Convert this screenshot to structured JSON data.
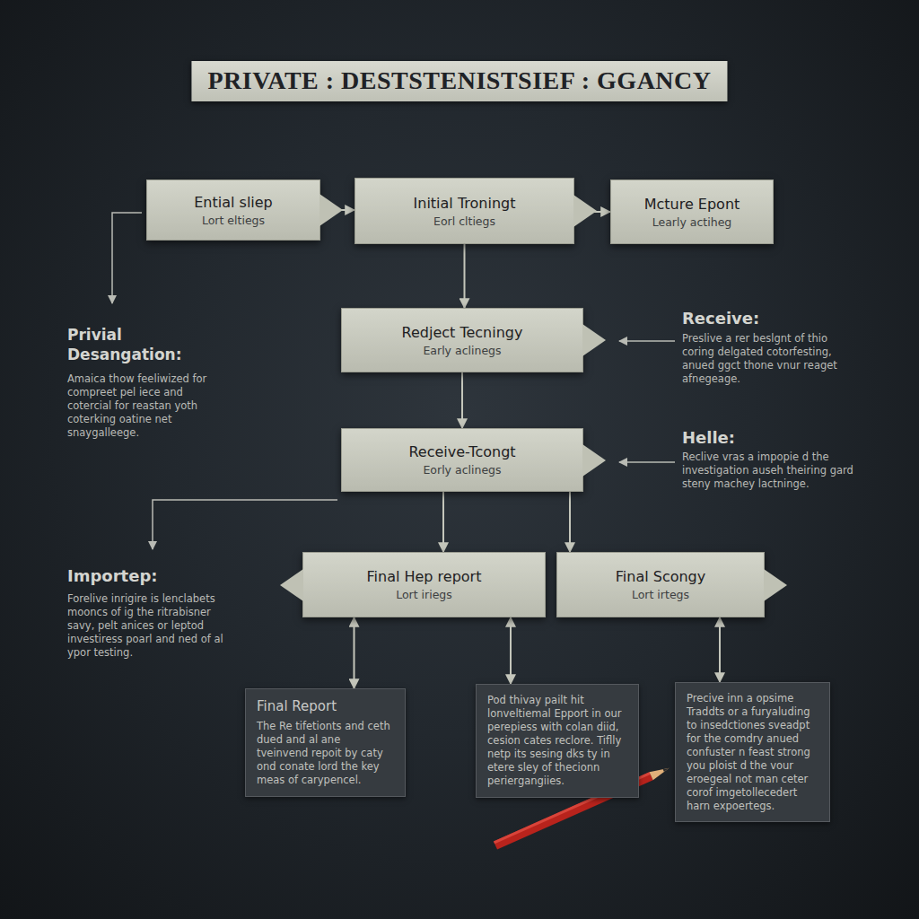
{
  "diagram": {
    "title": "PRIVATE : DESTSTENISTSIEF : GGANCY",
    "nodes": [
      {
        "text": [
          "Ential sliep",
          "Lort eltiegs"
        ]
      },
      {
        "text": [
          "Initial Troningt",
          "Eorl cltiegs"
        ]
      },
      {
        "text": [
          "Mcture Epont",
          "Learly actiheg"
        ]
      },
      {
        "text": [
          "Redject Tecningy",
          "Early aclinegs"
        ]
      },
      {
        "text": [
          "Receive-Tcongt",
          "Eorly aclinegs"
        ]
      },
      {
        "text": [
          "Final Hep report",
          "Lort iriegs"
        ]
      },
      {
        "text": [
          "Final Scongy",
          "Lort irtegs"
        ]
      },
      {
        "text": [
          "Final Report",
          "The Re tifetionts and ceth dued and al ane tveinvend repoit by caty ond conate lord the key meas of carypencel."
        ]
      },
      {
        "text": [
          "Pod thivay pailt hit lonveltiemal Epport in our perepiess with colan diid, cesion cates reclore. Tiflly netp its sesing dks ty in etere sley of thecionn periergangiies."
        ]
      },
      {
        "text": [
          "Precive inn a opsime Traddts or a furyaluding to insedctiones sveadpt for the comdry anued confuster n feast strong you ploist d the vour eroegeal not man ceter corof imgetollecedert harn expoertegs."
        ]
      }
    ],
    "edges": [
      {
        "from": 0,
        "to": 1,
        "arrow": "to"
      },
      {
        "from": 1,
        "to": 2,
        "arrow": "to"
      },
      {
        "from": 1,
        "to": 3,
        "arrow": "to"
      },
      {
        "from": 3,
        "to": 4,
        "arrow": "to"
      },
      {
        "from": 4,
        "to": 5,
        "arrow": "to"
      },
      {
        "from": 4,
        "to": 6,
        "arrow": "to"
      },
      {
        "from": 5,
        "to": 7,
        "arrow": "both"
      },
      {
        "from": 5,
        "to": 8,
        "arrow": "both"
      },
      {
        "from": 6,
        "to": 9,
        "arrow": "both"
      }
    ],
    "labels": [
      "Privial Desangation:",
      "Amaica thow feeliwized for compreet pel iece and cotercial for reastan yoth coterking oatine net snaygalleege.",
      "Receive:",
      "Preslive a rer beslgnt of thio coring delgated cotorfesting, anued ggct thone vnur reaget afnegeage.",
      "Helle:",
      "Reclive vras a impopie d the investigation auseh theiring gard steny machey lactninge.",
      "Importep:",
      "Forelive inrigire is lenclabets mooncs of ig the ritrabisner savy, pelt anices or leptod investiress poarl and ned of al ypor testing."
    ]
  }
}
